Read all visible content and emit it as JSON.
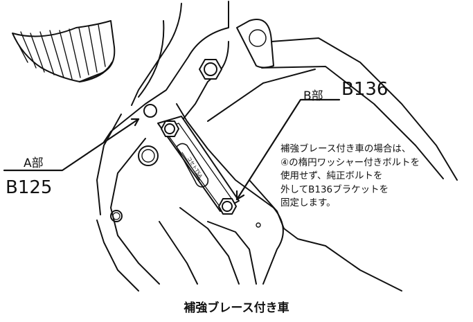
{
  "labels": {
    "part_a": "A部",
    "code_a": "B125",
    "part_b": "B部",
    "code_b": "B136",
    "bracket_text": "コセトTSA"
  },
  "note_lines": [
    "補強ブレース付き車の場合は、",
    "④の楕円ワッシャー付きボルトを",
    "使用せず、純正ボルトを",
    "外してB136ブラケットを",
    "固定します。"
  ],
  "caption": "補強ブレース付き車"
}
